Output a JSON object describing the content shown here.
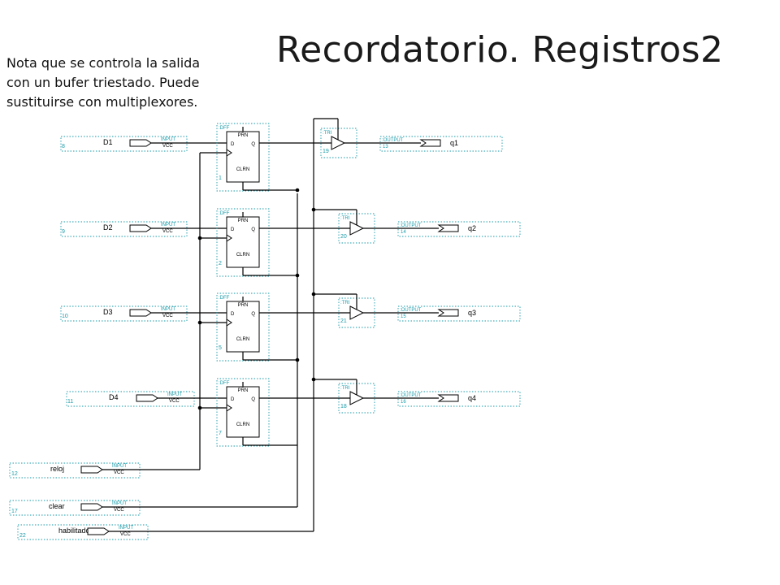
{
  "slide": {
    "title": "Recordatorio. Registros2",
    "note_lines": [
      "Nota que se controla la salida",
      "con un bufer triestado. Puede",
      "sustituirse con multiplexores."
    ]
  },
  "schematic": {
    "colors": {
      "wire": "#000000",
      "annotation": "#1a9aa8",
      "symbol": "#000000"
    },
    "dff": {
      "type_label": "DFF",
      "prn_label": "PRN",
      "clrn_label": "CLRN",
      "d_label": "D",
      "q_label": "Q"
    },
    "tri": {
      "type_label": "TRI"
    },
    "input_type_label": "INPUT",
    "vcc_label": "VCC",
    "output_type_label": "OUTPUT",
    "stages": [
      {
        "input_name": "D1",
        "input_pin": "8",
        "dff_id": "1",
        "tri_id": "19",
        "output_pin": "13",
        "output_name": "q1"
      },
      {
        "input_name": "D2",
        "input_pin": "9",
        "dff_id": "2",
        "tri_id": "20",
        "output_pin": "14",
        "output_name": "q2"
      },
      {
        "input_name": "D3",
        "input_pin": "10",
        "dff_id": "5",
        "tri_id": "21",
        "output_pin": "15",
        "output_name": "q3"
      },
      {
        "input_name": "D4",
        "input_pin": "11",
        "dff_id": "7",
        "tri_id": "18",
        "output_pin": "16",
        "output_name": "q4"
      }
    ],
    "controls": [
      {
        "name": "reloj",
        "pin": "12"
      },
      {
        "name": "clear",
        "pin": "17"
      },
      {
        "name": "habilitador",
        "pin": "22"
      }
    ]
  }
}
